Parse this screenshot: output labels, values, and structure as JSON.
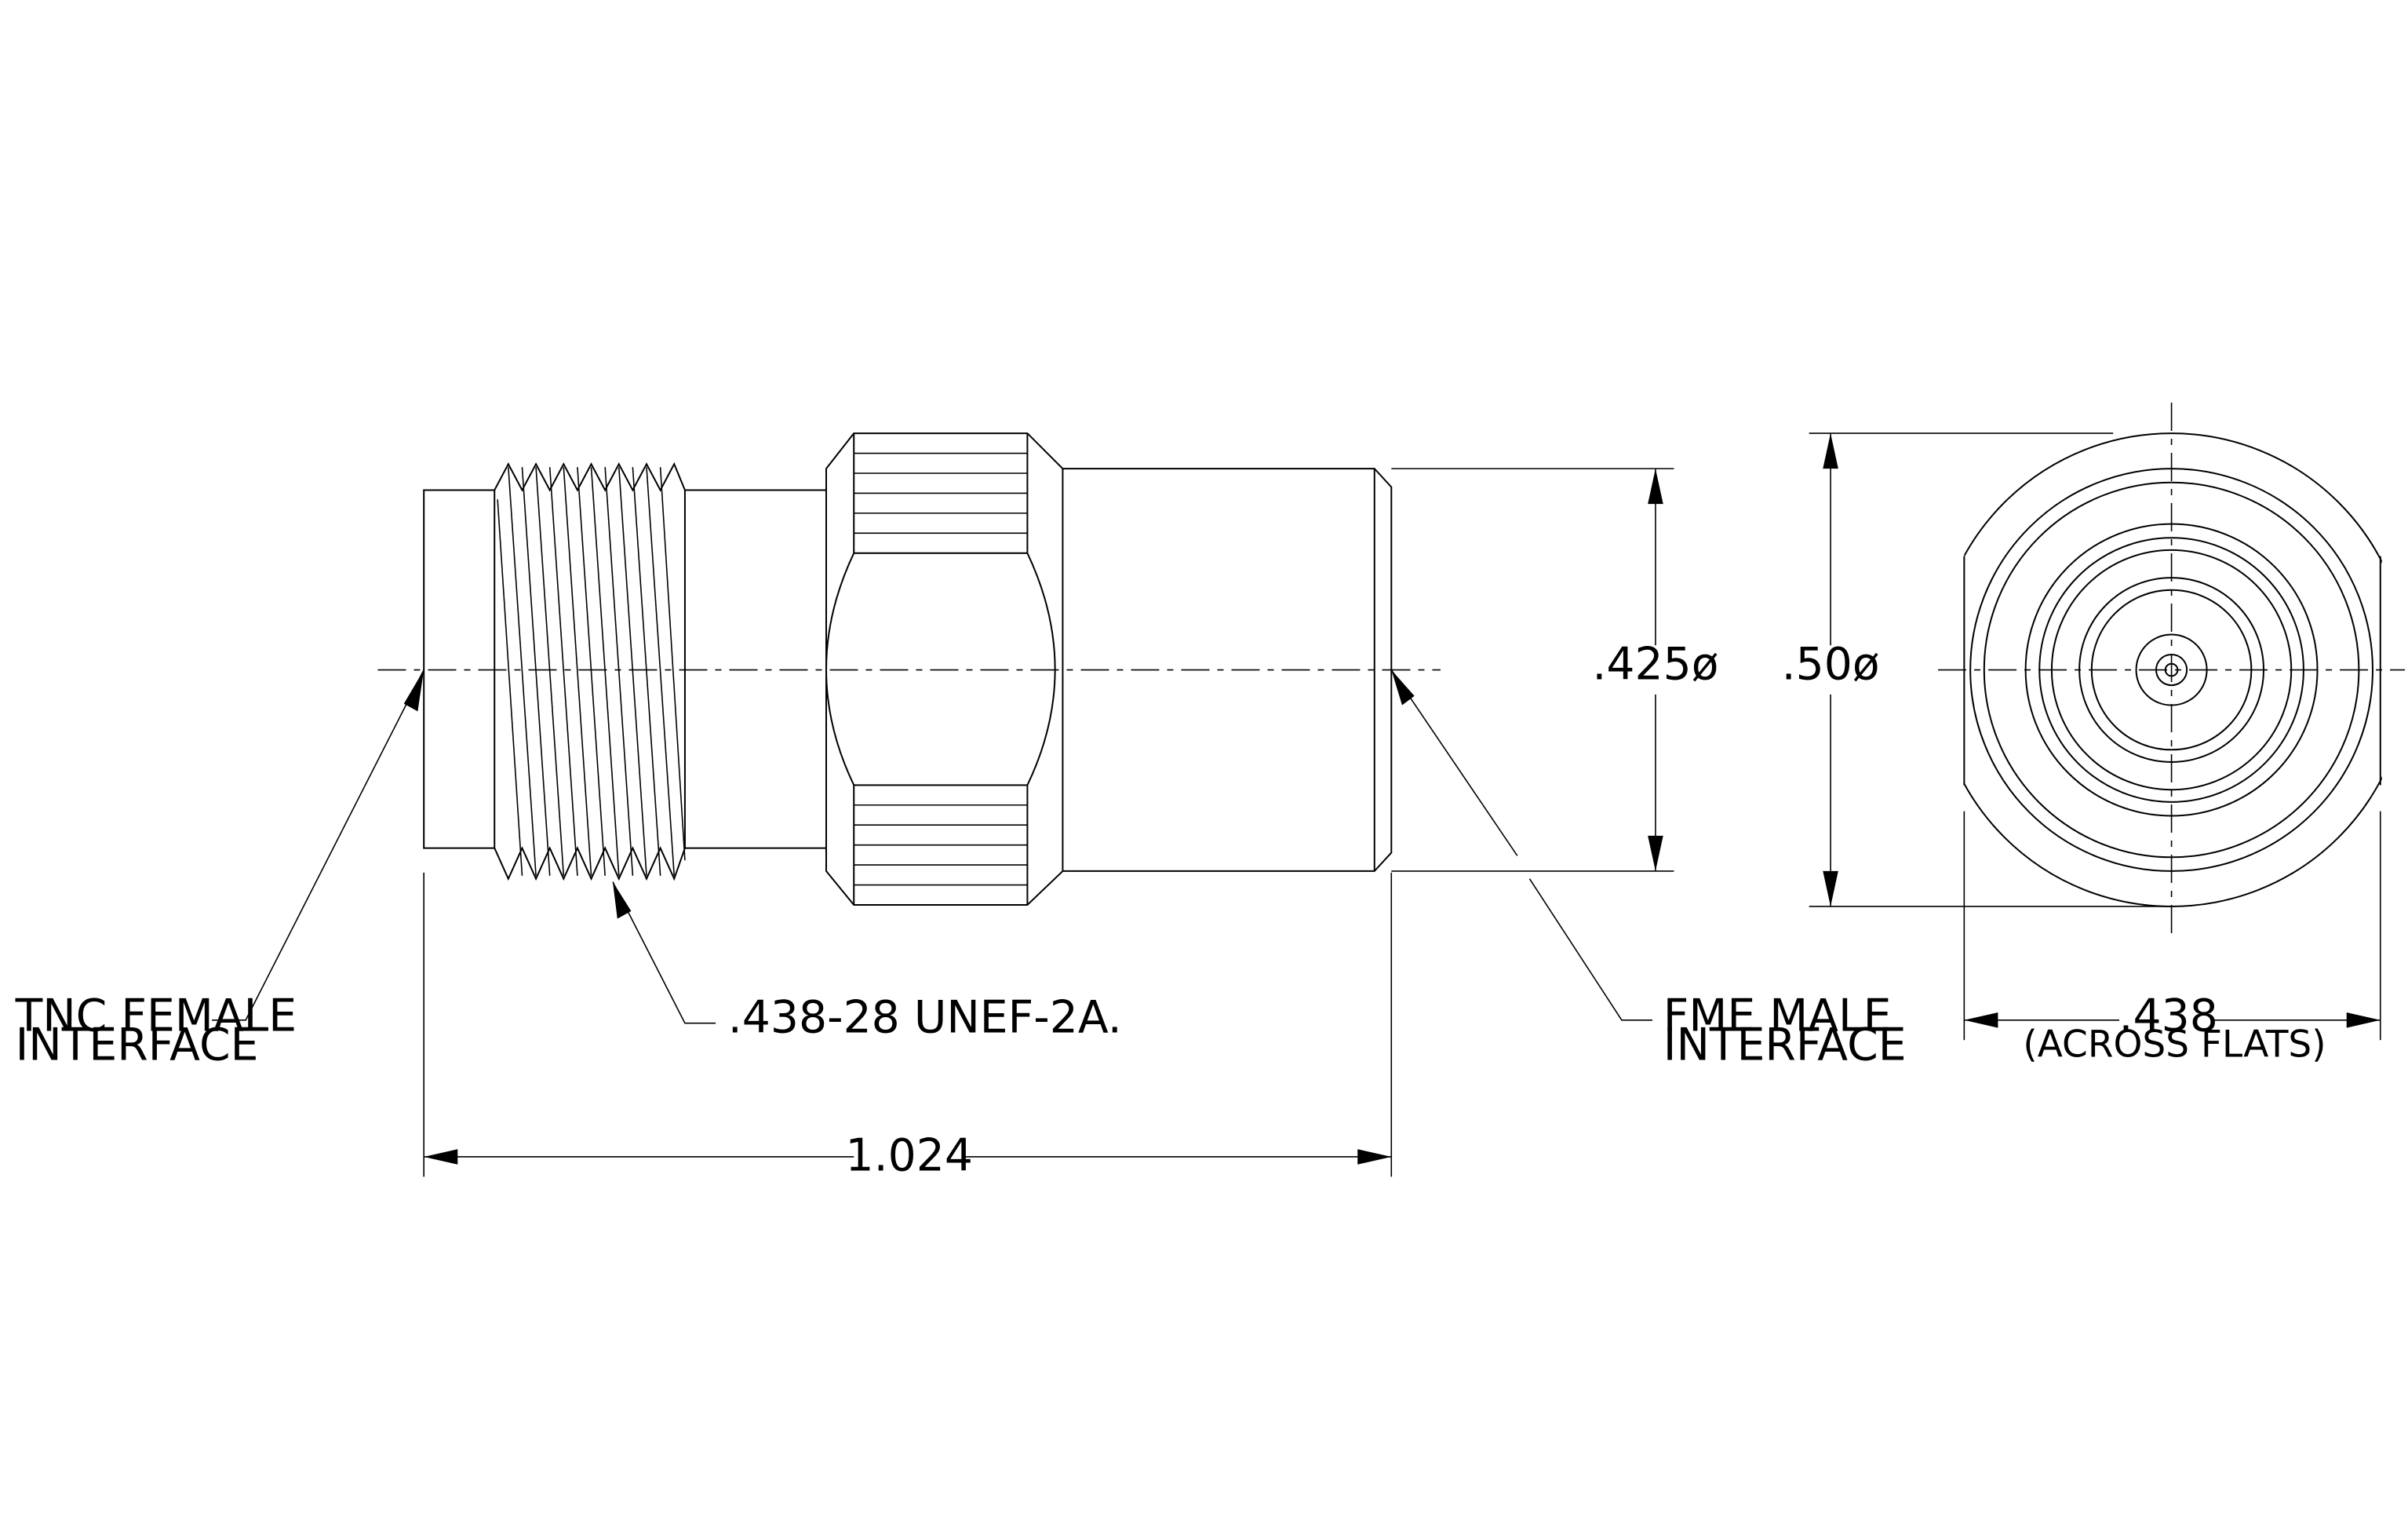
{
  "labels": {
    "tnc_line1": "TNC FEMALE",
    "tnc_line2": "INTERFACE",
    "thread": ".438-28 UNEF-2A.",
    "fme_line1": "FME MALE",
    "fme_line2": "INTERFACE",
    "dim_body_dia": ".425ø",
    "dim_end_dia": ".50ø",
    "dim_length": "1.024",
    "dim_flats": ".438",
    "dim_flats_note": "(ACROSS FLATS)"
  },
  "colors": {
    "line": "#000000",
    "background": "#ffffff"
  }
}
